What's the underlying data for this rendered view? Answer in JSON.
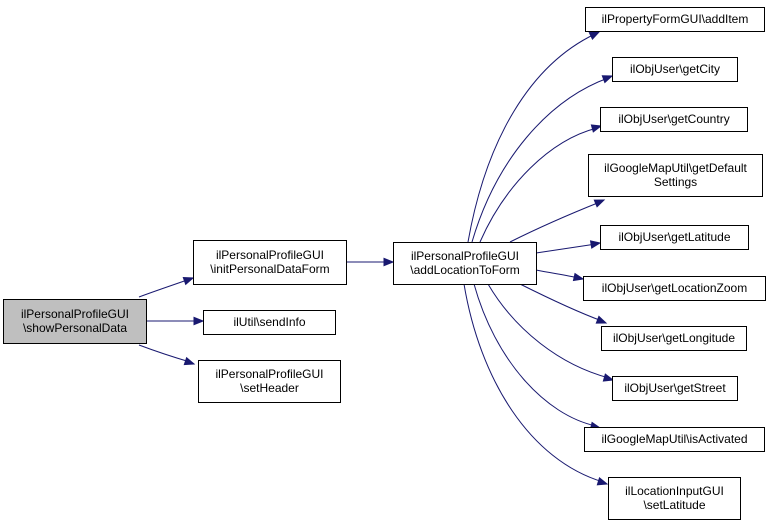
{
  "diagram": {
    "colors": {
      "root_fill": "#bfbfbf",
      "node_fill": "#ffffff",
      "border": "#000000",
      "edge": "#191970"
    },
    "nodes": [
      {
        "id": "root",
        "lines": [
          "ilPersonalProfileGUI",
          "\\showPersonalData"
        ],
        "highlight": true
      },
      {
        "id": "initForm",
        "lines": [
          "ilPersonalProfileGUI",
          "\\initPersonalDataForm"
        ]
      },
      {
        "id": "sendInfo",
        "lines": [
          "ilUtil\\sendInfo"
        ]
      },
      {
        "id": "setHeader",
        "lines": [
          "ilPersonalProfileGUI",
          "\\setHeader"
        ]
      },
      {
        "id": "addLoc",
        "lines": [
          "ilPersonalProfileGUI",
          "\\addLocationToForm"
        ]
      },
      {
        "id": "addItem",
        "lines": [
          "ilPropertyFormGUI\\addItem"
        ]
      },
      {
        "id": "getCity",
        "lines": [
          "ilObjUser\\getCity"
        ]
      },
      {
        "id": "getCountry",
        "lines": [
          "ilObjUser\\getCountry"
        ]
      },
      {
        "id": "getDefault",
        "lines": [
          "ilGoogleMapUtil\\getDefault",
          "Settings"
        ]
      },
      {
        "id": "getLatitude",
        "lines": [
          "ilObjUser\\getLatitude"
        ]
      },
      {
        "id": "getLocZoom",
        "lines": [
          "ilObjUser\\getLocationZoom"
        ]
      },
      {
        "id": "getLongitude",
        "lines": [
          "ilObjUser\\getLongitude"
        ]
      },
      {
        "id": "getStreet",
        "lines": [
          "ilObjUser\\getStreet"
        ]
      },
      {
        "id": "isActivated",
        "lines": [
          "ilGoogleMapUtil\\isActivated"
        ]
      },
      {
        "id": "setLatitude",
        "lines": [
          "ilLocationInputGUI",
          "\\setLatitude"
        ]
      }
    ],
    "edges": [
      {
        "from": "root",
        "to": "initForm"
      },
      {
        "from": "root",
        "to": "sendInfo"
      },
      {
        "from": "root",
        "to": "setHeader"
      },
      {
        "from": "initForm",
        "to": "addLoc"
      },
      {
        "from": "addLoc",
        "to": "addItem"
      },
      {
        "from": "addLoc",
        "to": "getCity"
      },
      {
        "from": "addLoc",
        "to": "getCountry"
      },
      {
        "from": "addLoc",
        "to": "getDefault"
      },
      {
        "from": "addLoc",
        "to": "getLatitude"
      },
      {
        "from": "addLoc",
        "to": "getLocZoom"
      },
      {
        "from": "addLoc",
        "to": "getLongitude"
      },
      {
        "from": "addLoc",
        "to": "getStreet"
      },
      {
        "from": "addLoc",
        "to": "isActivated"
      },
      {
        "from": "addLoc",
        "to": "setLatitude"
      }
    ]
  }
}
